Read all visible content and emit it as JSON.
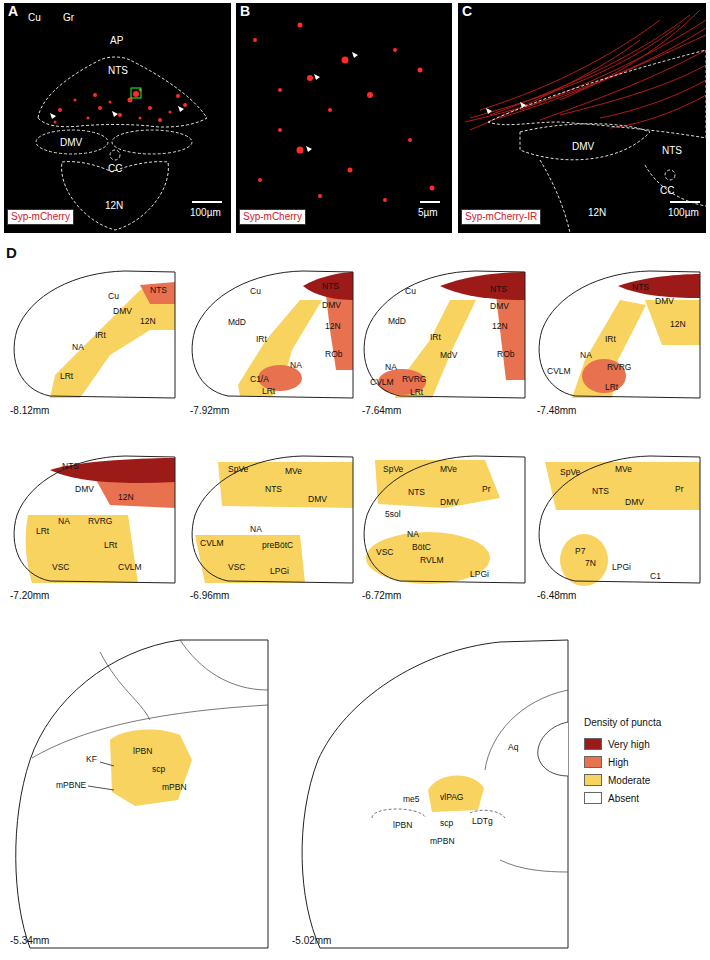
{
  "diagram": {
    "nodes": [
      {
        "text": [
          "A",
          "Cu",
          "Gr",
          "AP",
          "NTS",
          "DMV",
          "CC",
          "12N",
          "100µm"
        ]
      },
      {
        "text": [
          "Syp-mCherry"
        ],
        "in": 0
      },
      {
        "text": [
          "B",
          "5µm"
        ]
      },
      {
        "text": [
          "Syp-mCherry"
        ],
        "in": 2
      },
      {
        "text": [
          "C",
          "NTS",
          "DMV",
          "CC",
          "12N",
          "100µm"
        ]
      },
      {
        "text": [
          "Syp-mCherry-IR"
        ],
        "in": 4
      },
      {
        "text": [
          "Cu",
          "NTS",
          "DMV",
          "12N",
          "IRt",
          "NA",
          "LRt",
          "-8.12mm"
        ]
      },
      {
        "text": [
          "Cu",
          "NTS",
          "MdD",
          "DMV",
          "12N",
          "IRt",
          "ROb",
          "NA",
          "C1/A",
          "LRt",
          "-7.92mm"
        ]
      },
      {
        "text": [
          "Cu",
          "NTS",
          "MdD",
          "DMV",
          "12N",
          "IRt",
          "MdV",
          "ROb",
          "NA",
          "CVLM",
          "RVRG",
          "LRt",
          "-7.64mm"
        ]
      },
      {
        "text": [
          "NTS",
          "DMV",
          "12N",
          "IRt",
          "NA",
          "CVLM",
          "RVRG",
          "LRt",
          "-7.48mm"
        ]
      },
      {
        "text": [
          "NTS",
          "DMV",
          "12N",
          "NA",
          "RVRG",
          "LRt",
          "LRt",
          "VSC",
          "CVLM",
          "-7.20mm"
        ]
      },
      {
        "text": [
          "SpVe",
          "MVe",
          "NTS",
          "DMV",
          "NA",
          "CVLM",
          "preBötC",
          "VSC",
          "LPGi",
          "-6.96mm"
        ]
      },
      {
        "text": [
          "SpVe",
          "MVe",
          "Pr",
          "NTS",
          "DMV",
          "5sol",
          "NA",
          "VSC",
          "BötC",
          "RVLM",
          "LPGi",
          "-6.72mm"
        ]
      },
      {
        "text": [
          "SpVe",
          "MVe",
          "Pr",
          "NTS",
          "DMV",
          "P7",
          "7N",
          "LPGi",
          "C1",
          "-6.48mm"
        ]
      },
      {
        "text": [
          "KF",
          "lPBN",
          "scp",
          "mPBNE",
          "mPBN",
          "-5.34mm"
        ]
      },
      {
        "text": [
          "Aq",
          "me5",
          "vlPAG",
          "lPBN",
          "scp",
          "LDTg",
          "mPBN",
          "-5.02mm"
        ]
      }
    ],
    "labels": [
      "D",
      "Density of puncta"
    ],
    "legend": [
      {
        "text": "Very high",
        "color": "#9c1a17"
      },
      {
        "text": "High",
        "color": "#e8714f"
      },
      {
        "text": "Moderate",
        "color": "#f8d35f"
      },
      {
        "text": "Absent",
        "color": "#ffffff"
      }
    ]
  }
}
